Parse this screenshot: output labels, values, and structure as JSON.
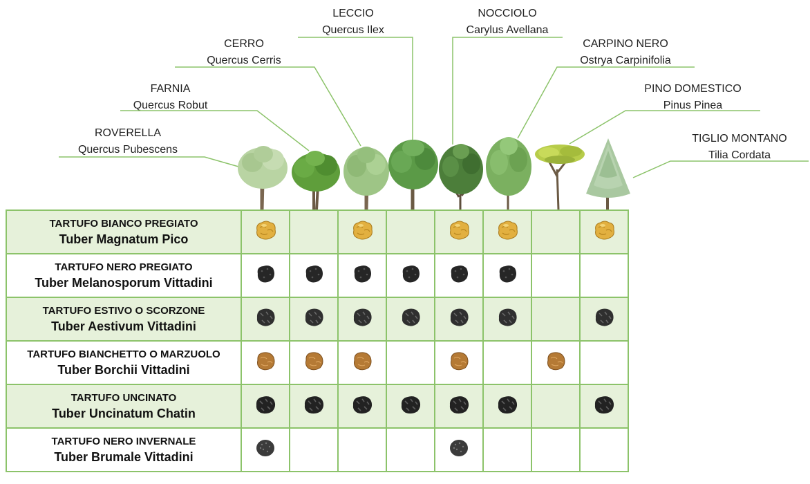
{
  "colors": {
    "grid_border": "#8cc36a",
    "row_shade": "#e6f1da",
    "leader_line": "#8cc36a",
    "truffle_colors": {
      "white": "#e2b040",
      "black": "#262626",
      "summer": "#2f2f2f",
      "bianchetto": "#b57a35",
      "uncinato": "#222222",
      "brumale": "#3b3b3b"
    }
  },
  "trees": [
    {
      "common": "ROVERELLA",
      "latin": "Quercus Pubescens",
      "foliage": "#b9d4a3",
      "icon": "oak-tree-icon"
    },
    {
      "common": "FARNIA",
      "latin": "Quercus Robut",
      "foliage": "#5f9e3b",
      "icon": "oak-tree-icon"
    },
    {
      "common": "CERRO",
      "latin": "Quercus Cerris",
      "foliage": "#9ec586",
      "icon": "oak-tree-icon"
    },
    {
      "common": "LECCIO",
      "latin": "Quercus Ilex",
      "foliage": "#5b9a47",
      "icon": "holm-oak-tree-icon"
    },
    {
      "common": "NOCCIOLO",
      "latin": "Carylus Avellana",
      "foliage": "#4c7e3a",
      "icon": "hazel-tree-icon"
    },
    {
      "common": "CARPINO NERO",
      "latin": "Ostrya Carpinifolia",
      "foliage": "#7bb060",
      "icon": "hornbeam-tree-icon"
    },
    {
      "common": "PINO DOMESTICO",
      "latin": "Pinus Pinea",
      "foliage": "#b7cc4a",
      "icon": "stone-pine-tree-icon"
    },
    {
      "common": "TIGLIO MONTANO",
      "latin": "Tilia Cordata",
      "foliage": "#a9c8a0",
      "icon": "linden-tree-icon"
    }
  ],
  "truffles": [
    {
      "name": "TARTUFO BIANCO PREGIATO",
      "latin": "Tuber Magnatum Pico",
      "kind": "white",
      "trees": [
        true,
        false,
        true,
        false,
        true,
        true,
        false,
        true
      ]
    },
    {
      "name": "TARTUFO NERO PREGIATO",
      "latin": "Tuber Melanosporum Vittadini",
      "kind": "black",
      "trees": [
        true,
        true,
        true,
        true,
        true,
        true,
        false,
        false
      ]
    },
    {
      "name": "TARTUFO ESTIVO O SCORZONE",
      "latin": "Tuber Aestivum Vittadini",
      "kind": "summer",
      "trees": [
        true,
        true,
        true,
        true,
        true,
        true,
        false,
        true
      ]
    },
    {
      "name": "TARTUFO BIANCHETTO  O MARZUOLO",
      "latin": "Tuber Borchii Vittadini",
      "kind": "bianchetto",
      "trees": [
        true,
        true,
        true,
        false,
        true,
        false,
        true,
        false
      ]
    },
    {
      "name": "TARTUFO UNCINATO",
      "latin": "Tuber Uncinatum Chatin",
      "kind": "uncinato",
      "trees": [
        true,
        true,
        true,
        true,
        true,
        true,
        false,
        true
      ]
    },
    {
      "name": "TARTUFO NERO INVERNALE",
      "latin": "Tuber Brumale Vittadini",
      "kind": "brumale",
      "trees": [
        true,
        false,
        false,
        false,
        true,
        false,
        false,
        false
      ]
    }
  ]
}
